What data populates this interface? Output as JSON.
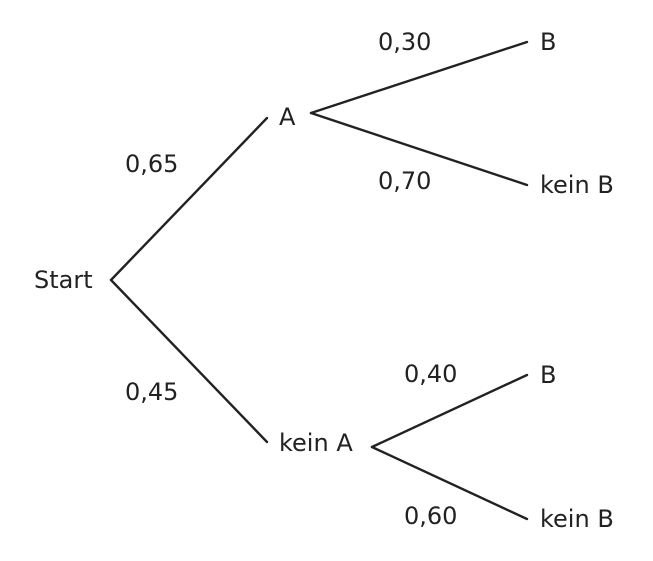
{
  "tree": {
    "root": {
      "label": "Start"
    },
    "level1": [
      {
        "node": "A",
        "probability": "0,65",
        "children": [
          {
            "node": "B",
            "probability": "0,30"
          },
          {
            "node": "kein B",
            "probability": "0,70"
          }
        ]
      },
      {
        "node": "kein A",
        "probability": "0,45",
        "children": [
          {
            "node": "B",
            "probability": "0,40"
          },
          {
            "node": "kein B",
            "probability": "0,60"
          }
        ]
      }
    ]
  }
}
